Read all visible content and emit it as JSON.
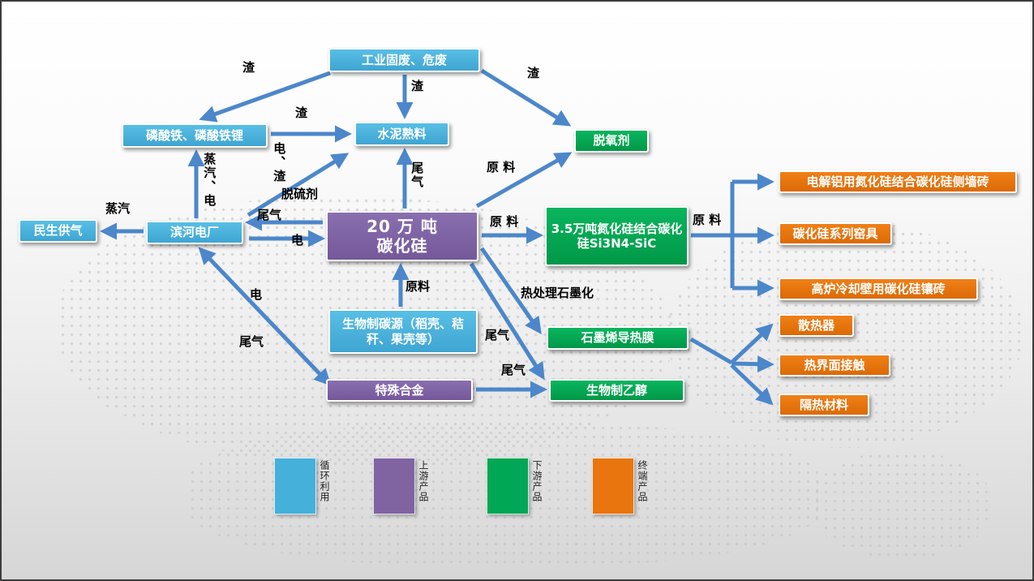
{
  "nodes": {
    "industrial_waste": {
      "label": "工业固废、危废"
    },
    "iron_phosphate": {
      "label": "磷酸铁、磷酸铁锂"
    },
    "cement_clinker": {
      "label": "水泥熟料"
    },
    "deoxidizer": {
      "label": "脱氧剂"
    },
    "civil_gas": {
      "label": "民生供气"
    },
    "binhe_power_plant": {
      "label": "滨河电厂"
    },
    "sic_main": {
      "label": "20 万 吨\n碳化硅"
    },
    "nitride_sic": {
      "label": "3.5万吨氮化硅结合碳化硅Si3N4-SiC"
    },
    "electrolytic_brick": {
      "label": "电解铝用氮化硅结合碳化硅侧墙砖"
    },
    "sic_kiln": {
      "label": "碳化硅系列窑具"
    },
    "blast_furnace_brick": {
      "label": "高炉冷却壁用碳化硅镶砖"
    },
    "bio_carbon": {
      "label": "生物制碳源（稻壳、秸秆、果壳等）"
    },
    "graphene_film": {
      "label": "石墨烯导热膜"
    },
    "special_alloy": {
      "label": "特殊合金"
    },
    "bio_ethanol": {
      "label": "生物制乙醇"
    },
    "radiator": {
      "label": "散热器"
    },
    "thermal_interface": {
      "label": "热界面接触"
    },
    "insulation": {
      "label": "隔热材料"
    }
  },
  "edges": {
    "waste_to_phosphate": {
      "label": "渣"
    },
    "waste_to_cement": {
      "label": "渣"
    },
    "waste_to_deoxidizer": {
      "label": "渣"
    },
    "phosphate_to_cement": {
      "label": "渣"
    },
    "plant_to_phosphate": {
      "label": "蒸汽、电"
    },
    "plant_to_civilgas": {
      "label": "蒸汽"
    },
    "plant_to_cement": {
      "label": "电、渣"
    },
    "plant_to_cement_2": {
      "label": "脱硫剂"
    },
    "sic_to_cement": {
      "label": "尾气"
    },
    "sic_to_plant": {
      "label": "尾气"
    },
    "plant_to_sic": {
      "label": "电"
    },
    "sic_to_deoxidizer": {
      "label": "原 料"
    },
    "sic_to_nitride": {
      "label": "原 料"
    },
    "nitride_to_end": {
      "label": "原 料"
    },
    "biocarbon_to_sic": {
      "label": "原料"
    },
    "sic_to_graphene": {
      "label": "热处理石墨化"
    },
    "sic_to_ethanol": {
      "label": "尾气"
    },
    "plant_to_alloy": {
      "label": "电"
    },
    "alloy_to_plant": {
      "label": "尾气"
    },
    "alloy_to_ethanol": {
      "label": "尾气"
    }
  },
  "legend": [
    {
      "label": "循环利用",
      "color": "#45B0DA"
    },
    {
      "label": "上游产品",
      "color": "#8064A2"
    },
    {
      "label": "下游产品",
      "color": "#00A754"
    },
    {
      "label": "终端产品",
      "color": "#E8750E"
    }
  ],
  "colors": {
    "cyan": "#45B0DA",
    "purple": "#8064A2",
    "green": "#00A754",
    "orange": "#E8750E",
    "arrow": "#4C87CB"
  }
}
